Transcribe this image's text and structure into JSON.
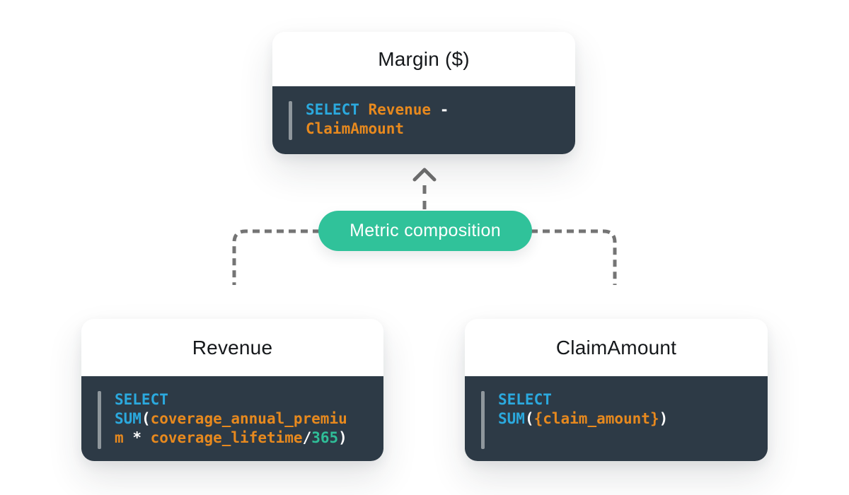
{
  "pill": {
    "label": "Metric composition"
  },
  "connector_label": "up-arrow-from-pill-to-parent-metric",
  "cards": [
    {
      "id": "margin",
      "title": "Margin ($)",
      "code": [
        [
          {
            "text": "SELECT",
            "type": "keyword"
          },
          {
            "text": " ",
            "type": "plain"
          },
          {
            "text": "Revenue",
            "type": "identifier"
          },
          {
            "text": " ",
            "type": "plain"
          },
          {
            "text": "-",
            "type": "plain"
          }
        ],
        [
          {
            "text": "ClaimAmount",
            "type": "identifier"
          }
        ]
      ]
    },
    {
      "id": "revenue",
      "title": "Revenue",
      "code": [
        [
          {
            "text": "SELECT",
            "type": "keyword"
          }
        ],
        [
          {
            "text": "SUM",
            "type": "keyword"
          },
          {
            "text": "(",
            "type": "plain"
          },
          {
            "text": "coverage_annual_premiu",
            "type": "identifier"
          }
        ],
        [
          {
            "text": "m",
            "type": "identifier"
          },
          {
            "text": " ",
            "type": "plain"
          },
          {
            "text": "*",
            "type": "plain"
          },
          {
            "text": " ",
            "type": "plain"
          },
          {
            "text": "coverage_lifetime",
            "type": "identifier"
          },
          {
            "text": "/",
            "type": "plain"
          },
          {
            "text": "365",
            "type": "number"
          },
          {
            "text": ")",
            "type": "plain"
          }
        ]
      ]
    },
    {
      "id": "claimamount",
      "title": "ClaimAmount",
      "code": [
        [
          {
            "text": "SELECT",
            "type": "keyword"
          }
        ],
        [
          {
            "text": "SUM",
            "type": "keyword"
          },
          {
            "text": "(",
            "type": "plain"
          },
          {
            "text": "{claim_amount}",
            "type": "identifier"
          },
          {
            "text": ")",
            "type": "plain"
          }
        ]
      ]
    }
  ],
  "colors": {
    "card_header_bg": "#FFFFFF",
    "card_body_bg": "#2D3A46",
    "title_text": "#15181B",
    "pill_bg": "#30C29A",
    "pill_text": "#FFFFFF",
    "connector": "#747474",
    "code_keyword": "#2BA9DE",
    "code_identifier": "#E7891E",
    "code_number": "#2FBE98",
    "code_plain": "#FFFFFF",
    "code_bar": "#8F979D",
    "canvas_bg": "#FFFFFF"
  }
}
